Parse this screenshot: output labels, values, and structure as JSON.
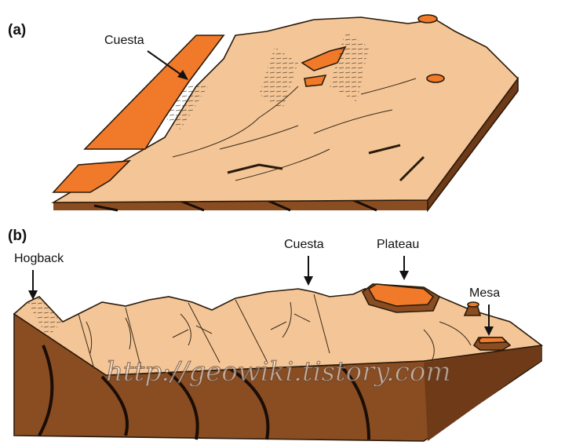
{
  "panels": {
    "a": {
      "label": "(a)",
      "terms": {
        "cuesta": "Cuesta"
      }
    },
    "b": {
      "label": "(b)",
      "terms": {
        "hogback": "Hogback",
        "cuesta": "Cuesta",
        "plateau": "Plateau",
        "mesa": "Mesa"
      }
    }
  },
  "watermark": "http://geowiki.tistory.com",
  "colors": {
    "surface": "#f4c697",
    "caprock": "#f07a2a",
    "side": "#8a4d22",
    "side_dark": "#5a2f10",
    "strata_line": "#1a0d05"
  }
}
